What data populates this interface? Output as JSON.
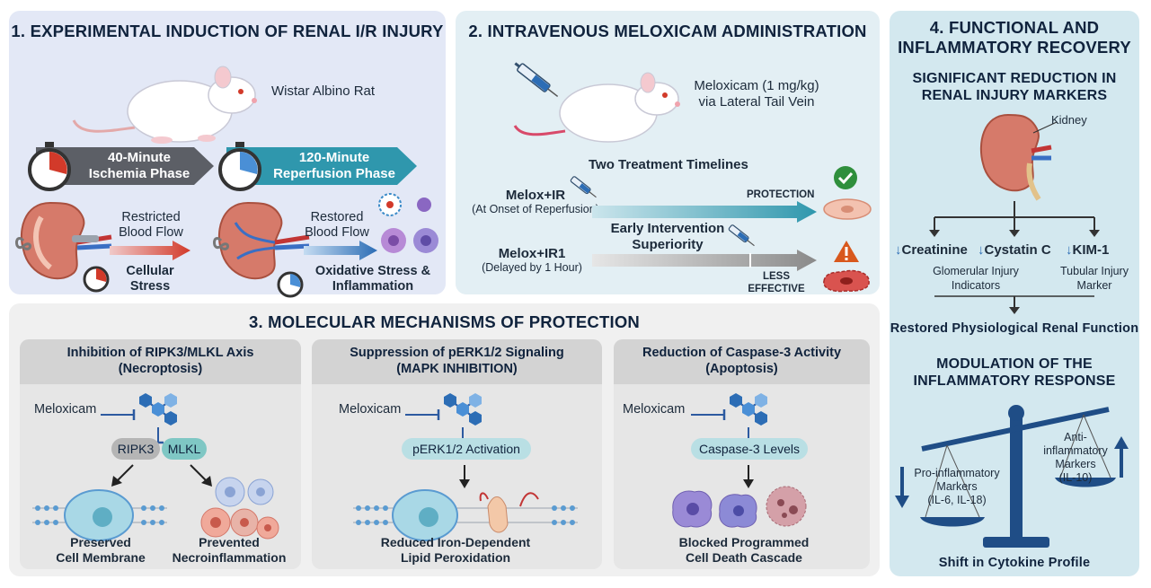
{
  "panel1": {
    "title": "1. EXPERIMENTAL INDUCTION OF RENAL I/R INJURY",
    "rat_label": "Wistar Albino Rat",
    "ischemia_line1": "40-Minute",
    "ischemia_line2": "Ischemia Phase",
    "reperfusion_line1": "120-Minute",
    "reperfusion_line2": "Reperfusion Phase",
    "restricted_line1": "Restricted",
    "restricted_line2": "Blood Flow",
    "restored_line1": "Restored",
    "restored_line2": "Blood Flow",
    "cellular_line1": "Cellular",
    "cellular_line2": "Stress",
    "oxidative_line1": "Oxidative Stress &",
    "oxidative_line2": "Inflammation"
  },
  "panel2": {
    "title": "2. INTRAVENOUS MELOXICAM ADMINISTRATION",
    "dose_line1": "Meloxicam (1 mg/kg)",
    "dose_line2": "via Lateral Tail Vein",
    "timelines_title": "Two Treatment Timelines",
    "group1_name": "Melox+IR",
    "group1_desc": "(At Onset of Reperfusion)",
    "group2_name": "Melox+IR1",
    "group2_desc": "(Delayed by 1 Hour)",
    "protection_label": "PROTECTION",
    "early_line1": "Early Intervention",
    "early_line2": "Superiority",
    "less_line1": "LESS",
    "less_line2": "EFFECTIVE"
  },
  "panel3": {
    "title": "3. MOLECULAR MECHANISMS OF PROTECTION",
    "card1": {
      "head_line1": "Inhibition of RIPK3/MLKL Axis",
      "head_line2": "(Necroptosis)",
      "drug": "Meloxicam",
      "target_a": "RIPK3",
      "target_b": "MLKL",
      "out1_line1": "Preserved",
      "out1_line2": "Cell Membrane",
      "out2_line1": "Prevented",
      "out2_line2": "Necroinflammation"
    },
    "card2": {
      "head_line1": "Suppression of pERK1/2 Signaling",
      "head_line2": "(MAPK INHIBITION)",
      "drug": "Meloxicam",
      "target": "pERK1/2 Activation",
      "out_line1": "Reduced Iron-Dependent",
      "out_line2": "Lipid Peroxidation"
    },
    "card3": {
      "head_line1": "Reduction of Caspase-3 Activity",
      "head_line2": "(Apoptosis)",
      "drug": "Meloxicam",
      "target": "Caspase-3 Levels",
      "out_line1": "Blocked Programmed",
      "out_line2": "Cell Death Cascade"
    }
  },
  "panel4": {
    "title_line1": "4. FUNCTIONAL AND",
    "title_line2": "INFLAMMATORY RECOVERY",
    "sub1_line1": "SIGNIFICANT REDUCTION IN",
    "sub1_line2": "RENAL INJURY MARKERS",
    "kidney_label": "Kidney",
    "marker1": "Creatinine",
    "marker2": "Cystatin C",
    "marker3": "KIM-1",
    "glom_line1": "Glomerular Injury",
    "glom_line2": "Indicators",
    "tub_line1": "Tubular Injury",
    "tub_line2": "Marker",
    "restored": "Restored Physiological Renal Function",
    "sub2_line1": "MODULATION OF THE",
    "sub2_line2": "INFLAMMATORY RESPONSE",
    "pro_line1": "Pro-inflammatory",
    "pro_line2": "Markers",
    "pro_line3": "(IL-6, IL-18)",
    "anti_line1": "Anti-",
    "anti_line2": "inflammatory",
    "anti_line3": "Markers",
    "anti_line4": "(IL-10)",
    "shift": "Shift in Cytokine Profile"
  },
  "colors": {
    "panel1_bg": "#e3e8f6",
    "panel2_bg": "#e3eff4",
    "panel3_bg": "#f0f0f0",
    "panel4_bg": "#d3e8ef",
    "ischemia_red": "#d23a2a",
    "reperfusion_teal": "#2f97ad",
    "arrow_blue": "#2c6db5",
    "warning_orange": "#d8581d",
    "check_green": "#2f8f3c"
  },
  "icons": [
    "rat-icon",
    "stopwatch-icon",
    "kidney-icon",
    "clamp-icon",
    "syringe-icon",
    "check-icon",
    "warning-icon",
    "molecule-icon",
    "cell-icon",
    "membrane-icon",
    "balance-icon"
  ]
}
